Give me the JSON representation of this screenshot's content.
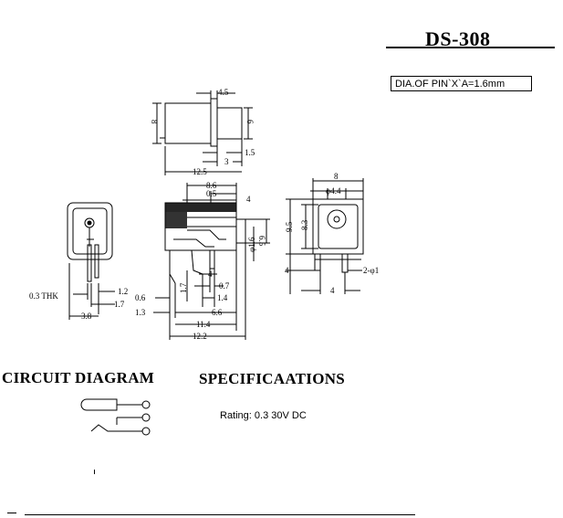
{
  "header": {
    "title": "DS-308",
    "pin_note": "DIA.OF PIN`X`A=1.6mm"
  },
  "sections": {
    "circuit_heading": "CIRCUIT  DIAGRAM",
    "spec_heading": "SPECIFICAATIONS",
    "rating": "Rating: 0.3 30V DC"
  },
  "dimensions": {
    "top_view": {
      "d_4_5": "4.5",
      "d_8": "8",
      "d_6": "6",
      "d_1_5": "1.5",
      "d_3": "3",
      "d_12_5": "12.5"
    },
    "left_view": {
      "d_0_3thk": "0.3 THK",
      "d_1_2": "1.2",
      "d_1_7": "1.7",
      "d_3_8": "3.8"
    },
    "side_view": {
      "d_8_6": "8.6",
      "d_0_5": "0.5",
      "d_4": "4",
      "d_phi1_6": "φ1.6",
      "d_6_5": "6.5",
      "d_1_7": "1.7",
      "d_0_7": "0.7",
      "d_1_4": "1.4",
      "d_0_6": "0.6",
      "d_1_3": "1.3",
      "d_6_6": "6.6",
      "d_11_4": "11.4",
      "d_12_2": "12.2"
    },
    "front_view": {
      "d_8": "8",
      "d_phi4_4": "φ4.4",
      "d_9_5": "9.5",
      "d_8_3": "8.3",
      "d_2phi1": "2-φ1",
      "d_4a": "4",
      "d_4b": "4"
    }
  }
}
